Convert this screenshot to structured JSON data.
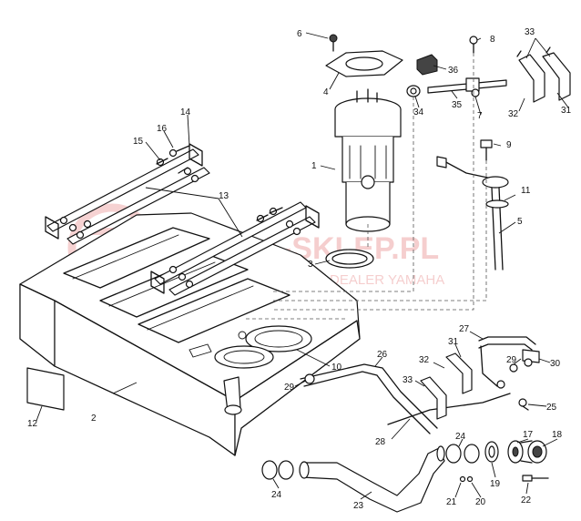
{
  "watermark": {
    "main": "YAMA-SKLEP.PL",
    "sub": "OJCIECHOWICZ | DEALER YAMAHA",
    "color": "#e06060"
  },
  "callouts": {
    "c1": "1",
    "c2": "2",
    "c3": "3",
    "c4": "4",
    "c5": "5",
    "c6": "6",
    "c7": "7",
    "c8": "8",
    "c9": "9",
    "c10": "10",
    "c11": "11",
    "c12": "12",
    "c13": "13",
    "c14": "14",
    "c15": "15",
    "c16": "16",
    "c17": "17",
    "c18": "18",
    "c19": "19",
    "c20": "20",
    "c21": "21",
    "c22": "22",
    "c23": "23",
    "c24a": "24",
    "c24b": "24",
    "c25": "25",
    "c26": "26",
    "c27": "27",
    "c28": "28",
    "c29a": "29",
    "c29b": "29",
    "c30": "30",
    "c31a": "31",
    "c31b": "31",
    "c32a": "32",
    "c32b": "32",
    "c33a": "33",
    "c33b": "33",
    "c34": "34",
    "c35": "35",
    "c36": "36"
  }
}
